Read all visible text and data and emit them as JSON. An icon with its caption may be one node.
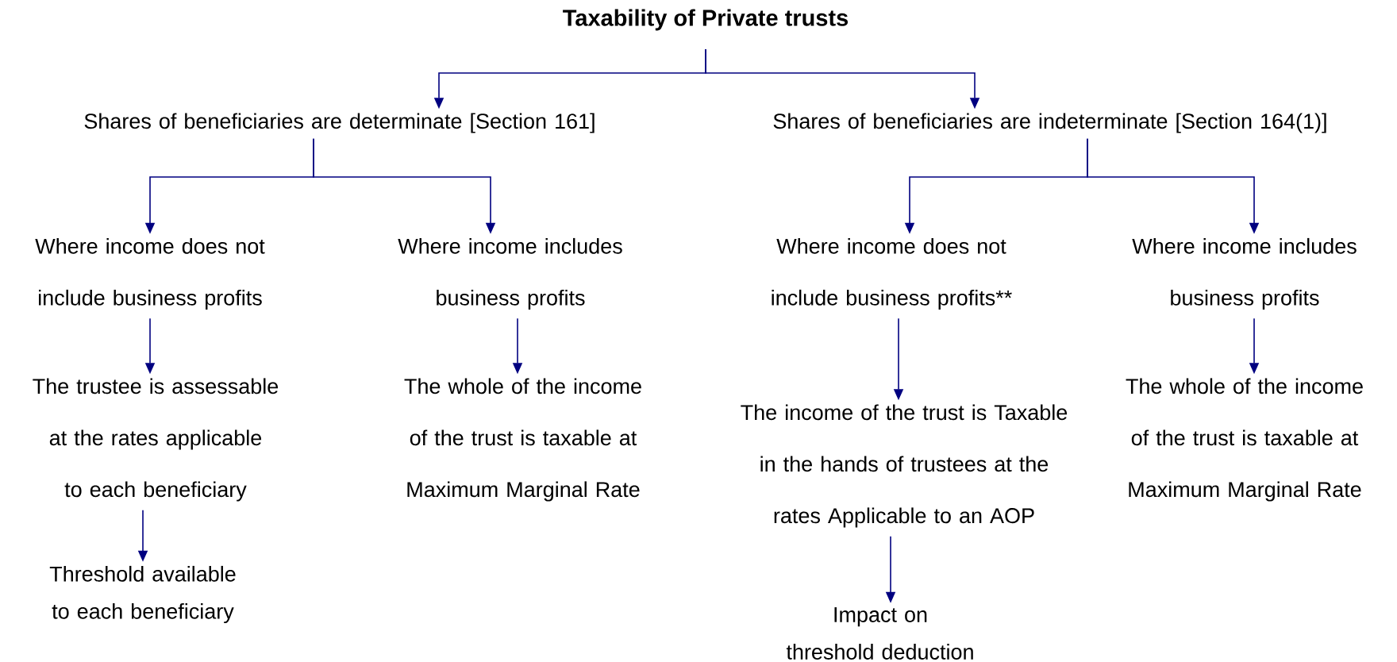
{
  "diagram": {
    "title": "Taxability of Private trusts",
    "nodes": [
      {
        "text": [
          "Shares of beneficiaries are determinate [Section 161]"
        ]
      },
      {
        "text": [
          "Shares of beneficiaries are indeterminate [Section 164(1)]"
        ]
      },
      {
        "text": [
          "Where income does not include business profits"
        ]
      },
      {
        "text": [
          "Where income includes business profits"
        ]
      },
      {
        "text": [
          "Where income does not include business profits**"
        ]
      },
      {
        "text": [
          "Where income includes business profits"
        ]
      },
      {
        "text": [
          "The trustee is assessable at the rates applicable to each beneficiary"
        ]
      },
      {
        "text": [
          "The whole of the income of the trust is taxable at Maximum Marginal Rate"
        ]
      },
      {
        "text": [
          "The income of the trust is Taxable in the hands of trustees at the rates Applicable to an AOP"
        ]
      },
      {
        "text": [
          "The whole of the income of the trust is taxable at Maximum Marginal Rate"
        ]
      },
      {
        "text": [
          "Threshold available to each beneficiary"
        ]
      },
      {
        "text": [
          "Impact on threshold deduction"
        ]
      }
    ],
    "edges": [
      {
        "from": null,
        "to": 0,
        "arrow": "to"
      },
      {
        "from": null,
        "to": 1,
        "arrow": "to"
      },
      {
        "from": 0,
        "to": 2,
        "arrow": "to"
      },
      {
        "from": 0,
        "to": 3,
        "arrow": "to"
      },
      {
        "from": 1,
        "to": 4,
        "arrow": "to"
      },
      {
        "from": 1,
        "to": 5,
        "arrow": "to"
      },
      {
        "from": 2,
        "to": 6,
        "arrow": "to"
      },
      {
        "from": 3,
        "to": 7,
        "arrow": "to"
      },
      {
        "from": 4,
        "to": 8,
        "arrow": "to"
      },
      {
        "from": 5,
        "to": 9,
        "arrow": "to"
      },
      {
        "from": 6,
        "to": 10,
        "arrow": "to"
      },
      {
        "from": 8,
        "to": 11,
        "arrow": "to"
      }
    ]
  }
}
